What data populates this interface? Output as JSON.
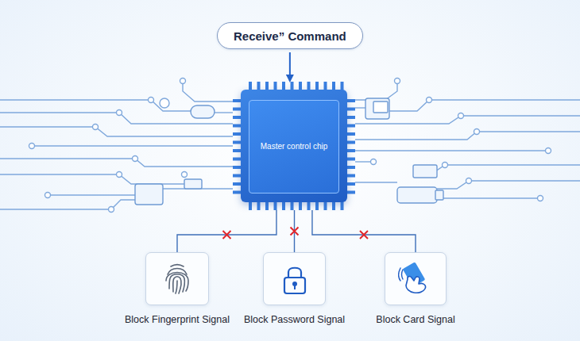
{
  "diagram": {
    "nodes": [
      {
        "text": [
          "Receive” Command"
        ]
      },
      {
        "text": [
          "Master control chip"
        ]
      },
      {
        "text": [
          "Block Fingerprint Signal"
        ]
      },
      {
        "text": [
          "Block Password Signal"
        ]
      },
      {
        "text": [
          "Block Card Signal"
        ]
      }
    ],
    "edges": [
      {
        "from": 0,
        "to": 1,
        "arrow": "to"
      },
      {
        "from": 1,
        "to": 2,
        "arrow": "none"
      },
      {
        "from": 1,
        "to": 3,
        "arrow": "none"
      },
      {
        "from": 1,
        "to": 4,
        "arrow": "none"
      }
    ]
  }
}
